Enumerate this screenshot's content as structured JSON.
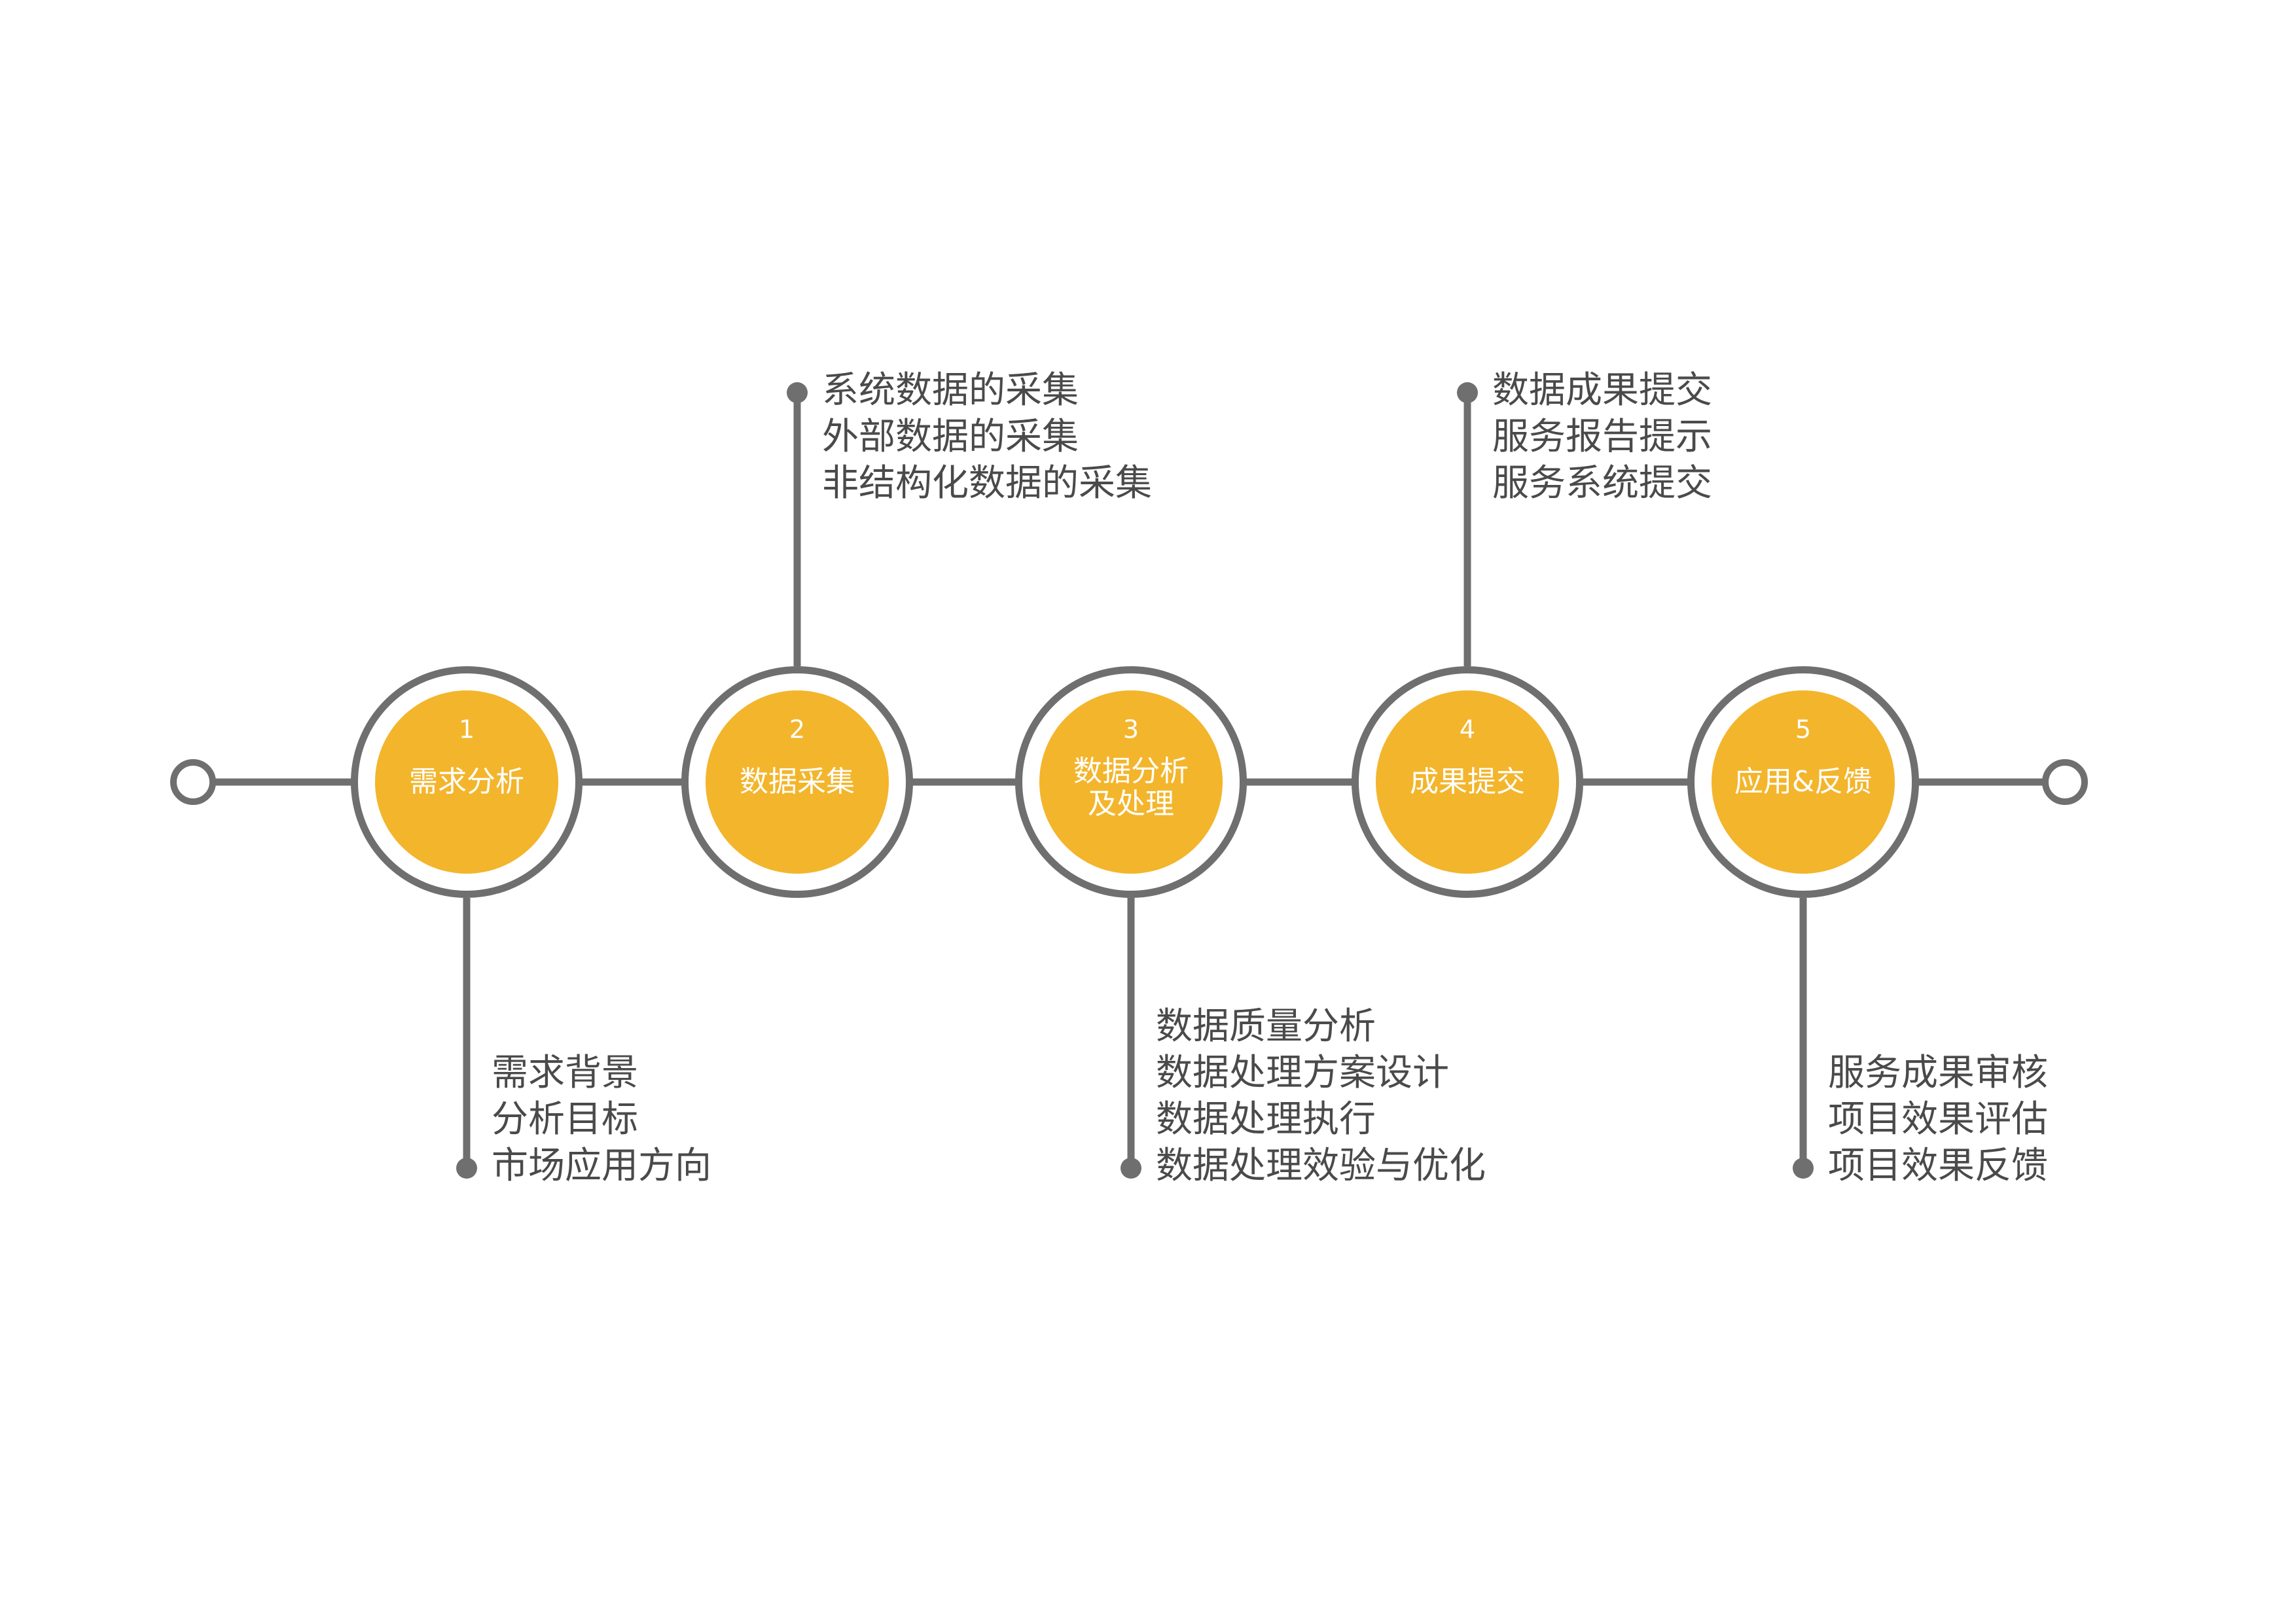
{
  "colors": {
    "line": "#6f6f6f",
    "circle_fill": "#f3b52c",
    "text_on_circle": "#ffffff",
    "detail_text": "#4a4a4a"
  },
  "steps": [
    {
      "number": "1",
      "title": [
        "需求分析"
      ],
      "details": [
        "需求背景",
        "分析目标",
        "市场应用方向"
      ],
      "details_side": "bottom"
    },
    {
      "number": "2",
      "title": [
        "数据采集"
      ],
      "details": [
        "系统数据的采集",
        "外部数据的采集",
        "非结构化数据的采集"
      ],
      "details_side": "top"
    },
    {
      "number": "3",
      "title": [
        "数据分析",
        "及处理"
      ],
      "details": [
        "数据质量分析",
        "数据处理方案设计",
        "数据处理执行",
        "数据处理效验与优化"
      ],
      "details_side": "bottom"
    },
    {
      "number": "4",
      "title": [
        "成果提交"
      ],
      "details": [
        "数据成果提交",
        "服务报告提示",
        "服务系统提交"
      ],
      "details_side": "top"
    },
    {
      "number": "5",
      "title": [
        "应用&反馈"
      ],
      "details": [
        "服务成果审核",
        "项目效果评估",
        "项目效果反馈"
      ],
      "details_side": "bottom"
    }
  ]
}
